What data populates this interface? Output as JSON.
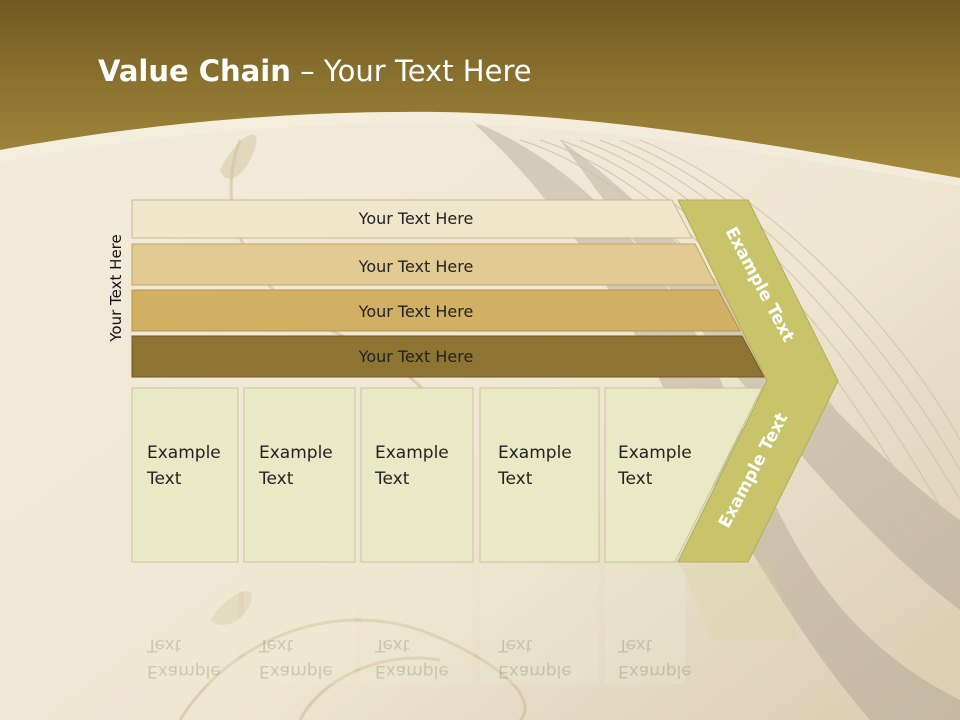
{
  "title": {
    "bold": "Value Chain",
    "rest": " – Your Text Here"
  },
  "side_label": "Your Text Here",
  "bars": [
    {
      "label": "Your Text Here",
      "color": "#f0e6cc"
    },
    {
      "label": "Your Text Here",
      "color": "#e2cb92"
    },
    {
      "label": "Your Text Here",
      "color": "#d2b063"
    },
    {
      "label": "Your Text Here",
      "color": "#8e7432"
    }
  ],
  "boxes": [
    {
      "line1": "Example",
      "line2": "Text"
    },
    {
      "line1": "Example",
      "line2": "Text"
    },
    {
      "line1": "Example",
      "line2": "Text"
    },
    {
      "line1": "Example",
      "line2": "Text"
    },
    {
      "line1": "Example",
      "line2": "Text"
    }
  ],
  "chevron": {
    "upper": "Example Text",
    "lower": "Example Text",
    "color": "#c9c46a"
  },
  "colors": {
    "header": "#8b7230",
    "box_fill": "#e9e9c5",
    "box_stroke": "#c8c49a"
  }
}
